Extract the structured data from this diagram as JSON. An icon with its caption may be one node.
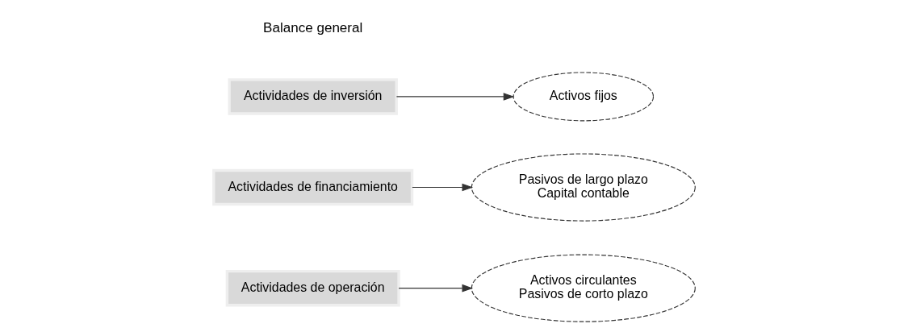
{
  "diagram": {
    "nodes": [
      {
        "text": [
          "Actividades de operación"
        ]
      },
      {
        "text": [
          "Actividades de financiamiento"
        ]
      },
      {
        "text": [
          "Activos circulantes",
          "Pasivos de corto plazo"
        ]
      },
      {
        "text": [
          "Activos fijos"
        ]
      },
      {
        "text": [
          "Pasivos de largo plazo",
          "Capital contable"
        ]
      },
      {
        "text": [
          "Actividades de inversión"
        ]
      }
    ],
    "edges": [
      {
        "from": 0,
        "to": 2,
        "arrow": "to"
      },
      {
        "from": 5,
        "to": 3,
        "arrow": "to"
      },
      {
        "from": 1,
        "to": 4,
        "arrow": "to"
      }
    ],
    "labels": [
      "Balance general"
    ]
  }
}
